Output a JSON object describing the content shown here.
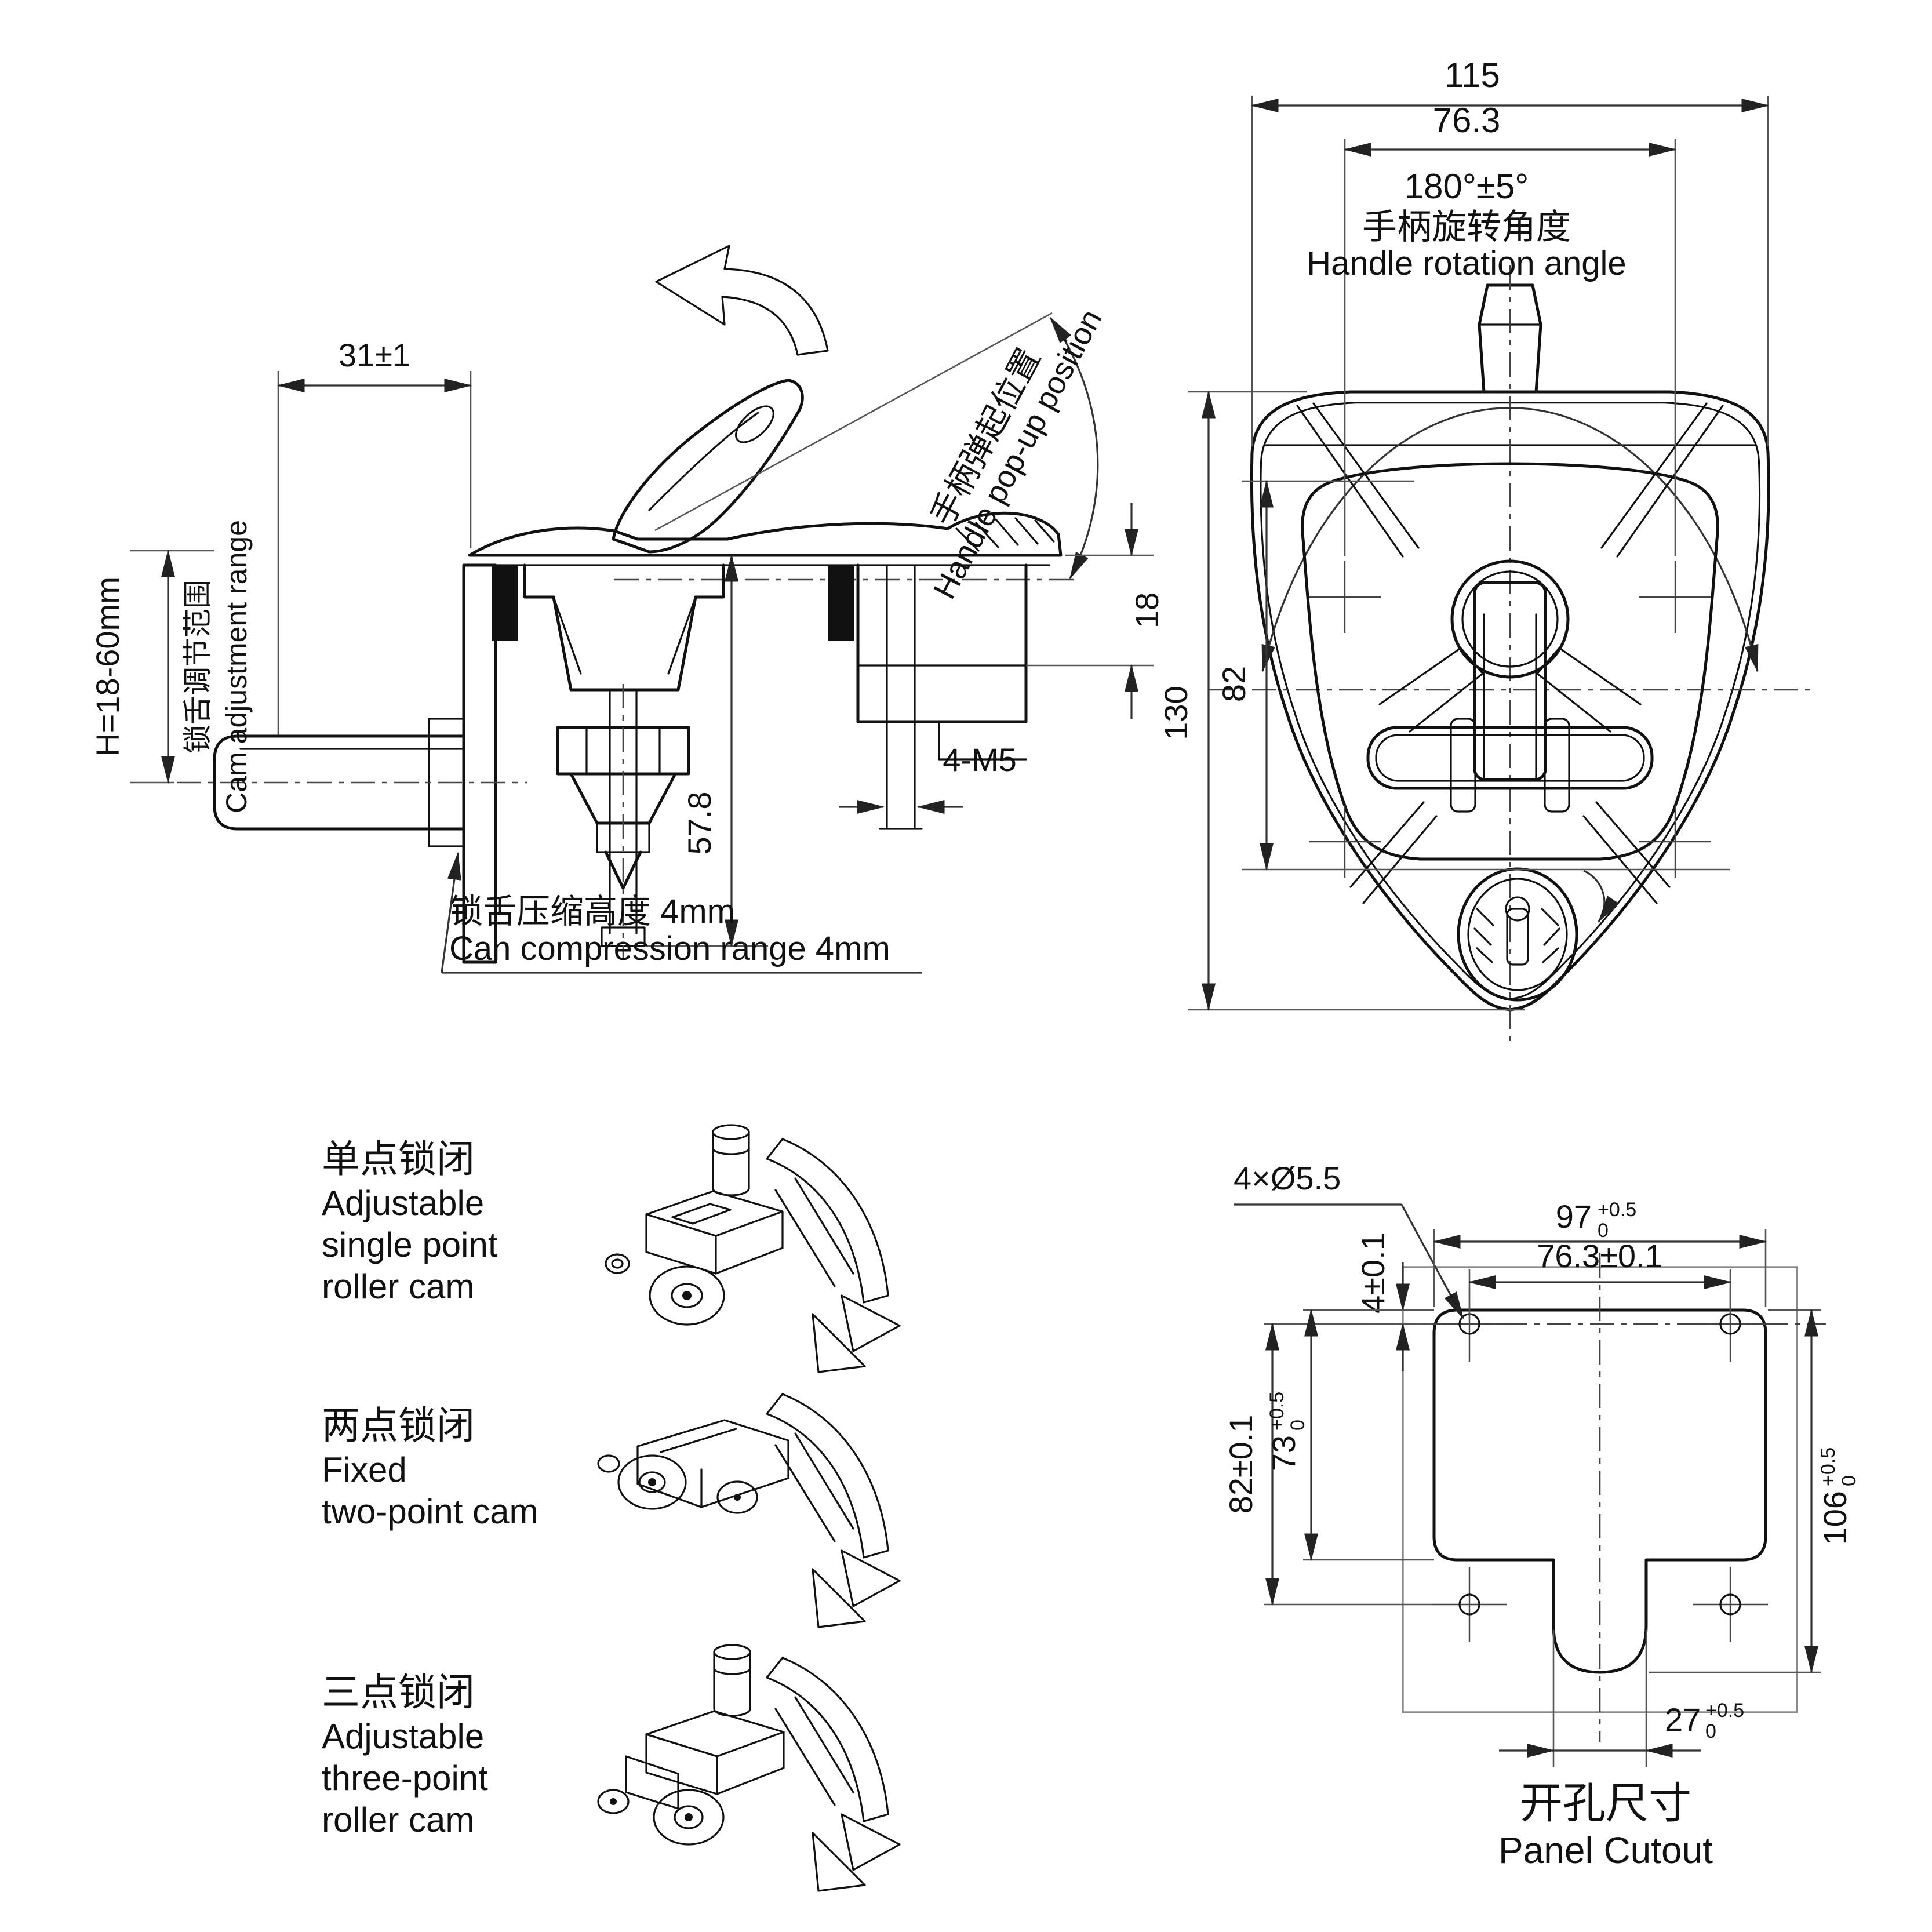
{
  "side_view": {
    "dim_31": "31±1",
    "dim_h": "H=18-60mm",
    "adj_range_cn": "锁舌调节范围",
    "adj_range_en": "Cam adjustment range",
    "popup_cn": "手柄弹起位置",
    "popup_en": "Handle pop-up position",
    "dim_18": "18",
    "dim_57_8": "57.8",
    "dim_4m5": "4-M5",
    "compression_cn": "锁舌压缩高度 4mm",
    "compression_en": "Can compression range 4mm"
  },
  "front_view": {
    "dim_115": "115",
    "dim_76_3": "76.3",
    "angle": "180°±5°",
    "rotation_cn": "手柄旋转角度",
    "rotation_en": "Handle rotation angle",
    "dim_130": "130",
    "dim_82": "82"
  },
  "variants": [
    {
      "cn": "单点锁闭",
      "en1": "Adjustable",
      "en2": "single point",
      "en3": "roller cam"
    },
    {
      "cn": "两点锁闭",
      "en1": "Fixed",
      "en2": "two-point cam",
      "en3": ""
    },
    {
      "cn": "三点锁闭",
      "en1": "Adjustable",
      "en2": "three-point",
      "en3": "roller cam"
    }
  ],
  "panel_cutout": {
    "holes_label": "4×Ø5.5",
    "dim_97": {
      "v": "97",
      "up": "+0.5",
      "dn": "0"
    },
    "dim_76_3": "76.3±0.1",
    "dim_4": "4±0.1",
    "dim_82": "82±0.1",
    "dim_73": {
      "v": "73",
      "up": "+0.5",
      "dn": "0"
    },
    "dim_106": {
      "v": "106",
      "up": "+0.5",
      "dn": "0"
    },
    "dim_27": {
      "v": "27",
      "up": "+0.5",
      "dn": "0"
    },
    "title_cn": "开孔尺寸",
    "title_en": "Panel Cutout"
  }
}
